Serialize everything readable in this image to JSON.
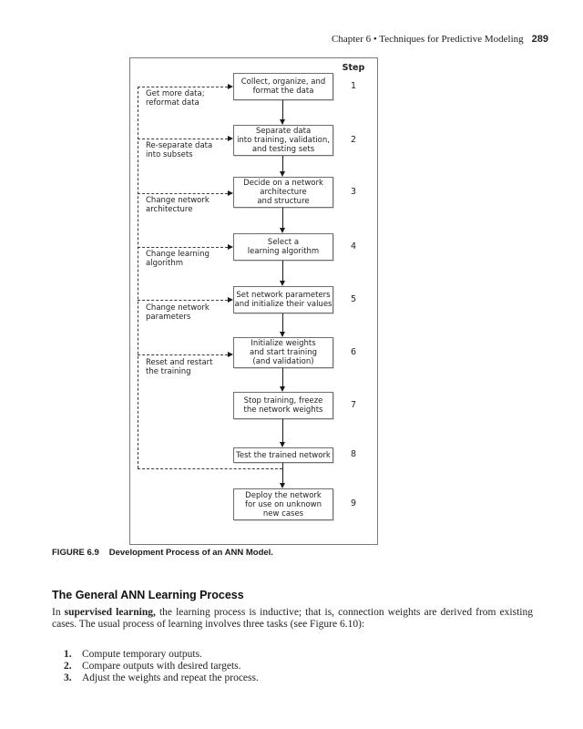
{
  "page": {
    "header": {
      "chapter_title": "Chapter 6  •  Techniques for Predictive Modeling",
      "page_number": "289"
    },
    "figure": {
      "step_column_header": "Step",
      "steps": [
        {
          "number": "1",
          "label": "Collect, organize, and\nformat the data",
          "side_label": "Get more data;\nreformat data"
        },
        {
          "number": "2",
          "label": "Separate data\ninto training, validation,\nand testing sets",
          "side_label": "Re-separate data\ninto subsets"
        },
        {
          "number": "3",
          "label": "Decide on a network\narchitecture\nand structure",
          "side_label": "Change network\narchitecture"
        },
        {
          "number": "4",
          "label": "Select a\nlearning algorithm",
          "side_label": "Change learning\nalgorithm"
        },
        {
          "number": "5",
          "label": "Set network parameters\nand initialize their values",
          "side_label": "Change network\nparameters"
        },
        {
          "number": "6",
          "label": "Initialize weights\nand start training\n(and validation)",
          "side_label": "Reset and restart\nthe training"
        },
        {
          "number": "7",
          "label": "Stop training, freeze\nthe network weights",
          "side_label": ""
        },
        {
          "number": "8",
          "label": "Test the trained network",
          "side_label": ""
        },
        {
          "number": "9",
          "label": "Deploy the network\nfor use on unknown\nnew cases",
          "side_label": ""
        }
      ],
      "caption_label": "FIGURE 6.9",
      "caption_text": "Development Process of an ANN Model."
    },
    "section": {
      "heading": "The General ANN Learning Process",
      "paragraph_intro": "In ",
      "paragraph_bold": "supervised learning,",
      "paragraph_rest": " the learning process is inductive; that is, connection weights are derived from existing cases. The usual process of learning involves three tasks (see Figure 6.10):",
      "list": [
        {
          "number": "1.",
          "text": "Compute temporary outputs."
        },
        {
          "number": "2.",
          "text": "Compare outputs with desired targets."
        },
        {
          "number": "3.",
          "text": "Adjust the weights and repeat the process."
        }
      ]
    }
  }
}
